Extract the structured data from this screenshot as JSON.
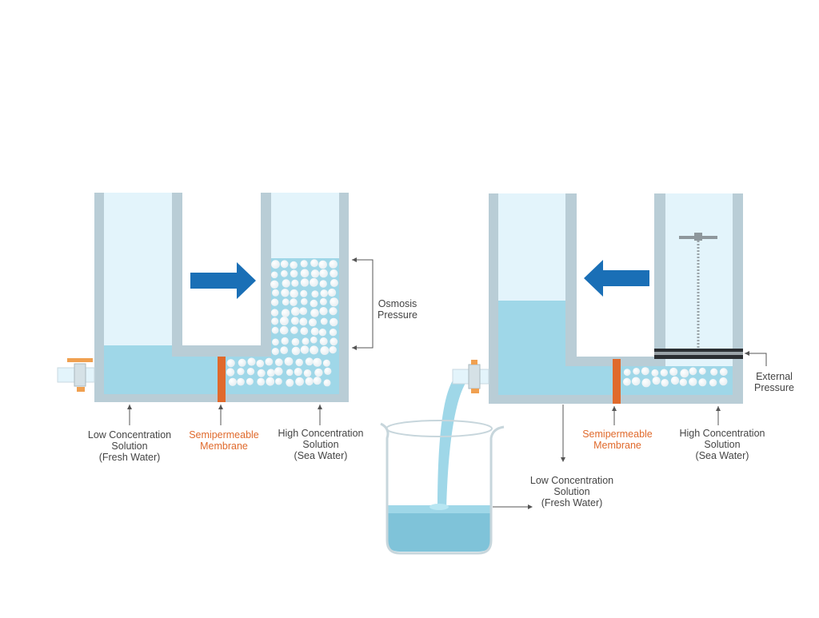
{
  "colors": {
    "tube_wall": "#b9cdd6",
    "tube_inner": "#e3f4fb",
    "water": "#9fd7e8",
    "water_dark": "#7fc3d9",
    "membrane": "#e06a2c",
    "arrow": "#1a6fb6",
    "particle": "#ffffff",
    "label": "#444444",
    "label_accent": "#e06a2c"
  },
  "left": {
    "osmosis_pressure": [
      "Osmosis",
      "Pressure"
    ],
    "low_conc": [
      "Low Concentration",
      "Solution",
      "(Fresh Water)"
    ],
    "membrane": [
      "Semipermeable",
      "Membrane"
    ],
    "high_conc": [
      "High Concentration",
      "Solution",
      "(Sea Water)"
    ]
  },
  "right": {
    "external_pressure": [
      "External",
      "Pressure"
    ],
    "membrane": [
      "Semipermeable",
      "Membrane"
    ],
    "high_conc": [
      "High Concentration",
      "Solution",
      "(Sea Water)"
    ],
    "low_conc": [
      "Low Concentration",
      "Solution",
      "(Fresh Water)"
    ]
  }
}
